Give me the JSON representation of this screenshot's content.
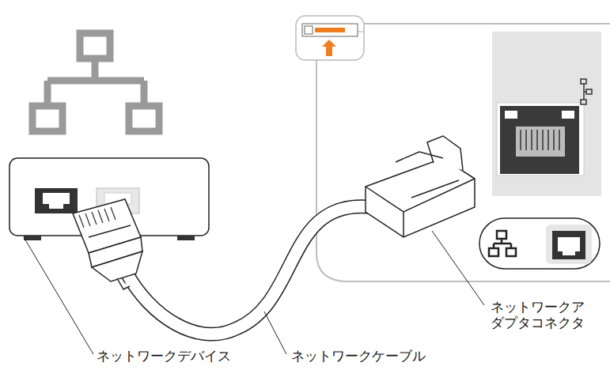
{
  "diagram": {
    "labels": [
      "ネットワークデバイス",
      "ネットワークケーブル",
      "ネットワークアダプタコネクタ"
    ]
  }
}
